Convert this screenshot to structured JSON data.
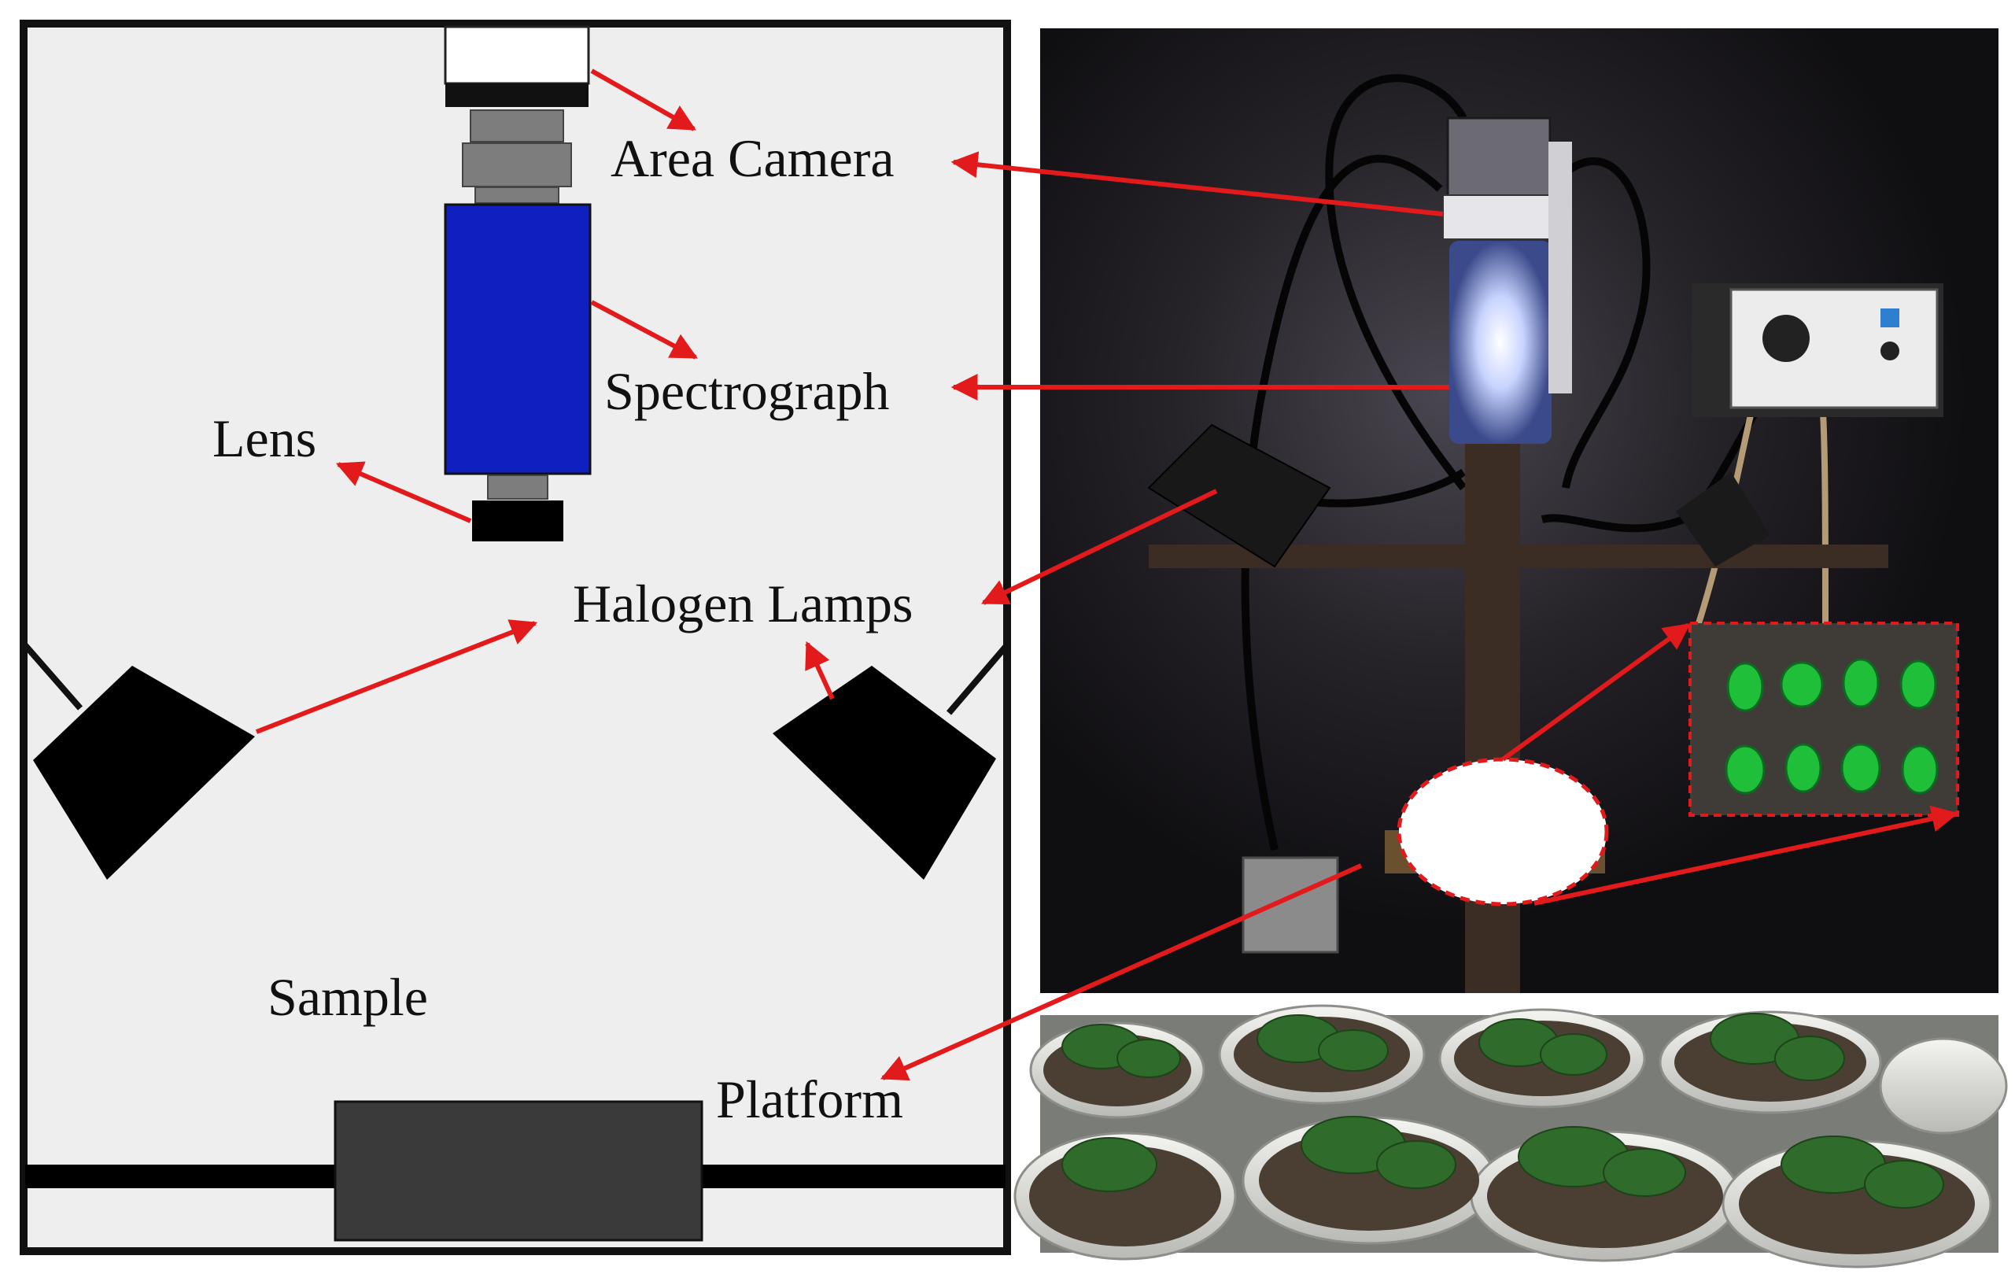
{
  "labels": {
    "area_camera": "Area Camera",
    "spectrograph": "Spectrograph",
    "lens": "Lens",
    "halogen_lamps": "Halogen Lamps",
    "sample": "Sample",
    "platform": "Platform"
  },
  "colors": {
    "arrow": "#e31a1c",
    "spectrograph": "#0f1fc0",
    "schematic_bg": "#eeeeee",
    "photo_bg": "#141216",
    "leaf_green": "#1fbf3a"
  }
}
